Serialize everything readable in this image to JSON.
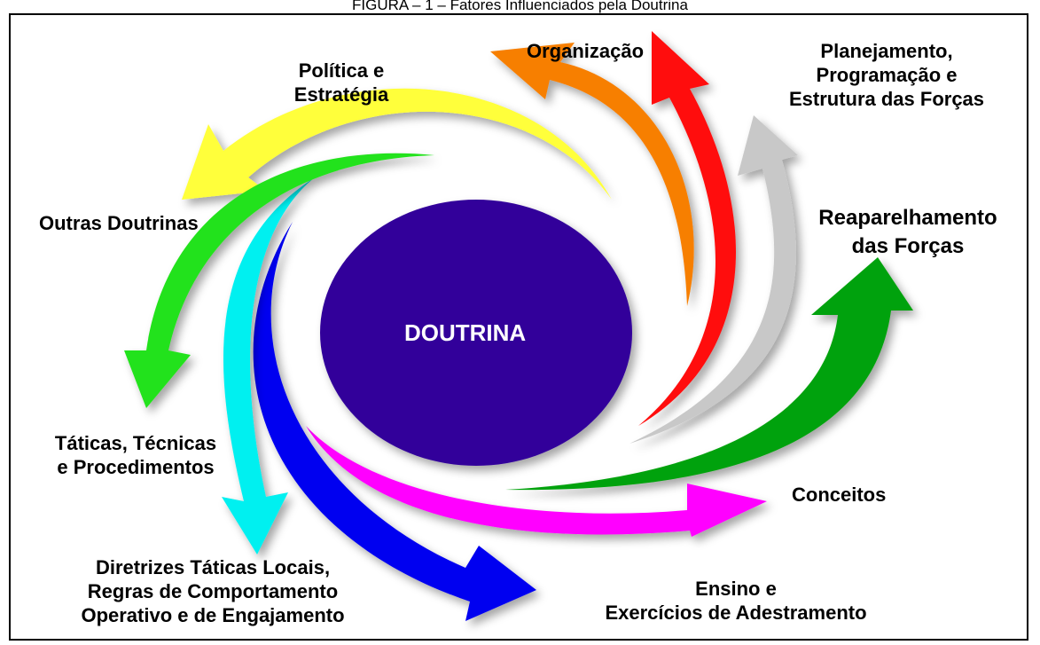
{
  "figure": {
    "caption": "FIGURA – 1 – Fatores Influenciados pela Doutrina",
    "center": "DOUTRINA",
    "factors": {
      "politica": [
        "Política e",
        "Estratégia"
      ],
      "organizacao": [
        "Organização"
      ],
      "planejamento": [
        "Planejamento,",
        "Programação e",
        "Estrutura das Forças"
      ],
      "reaparelhamento": [
        "Reaparelhamento",
        "das Forças"
      ],
      "conceitos": [
        "Conceitos"
      ],
      "ensino": [
        "Ensino e",
        "Exercícios de Adestramento"
      ],
      "diretrizes": [
        "Diretrizes Táticas Locais,",
        "Regras de Comportamento",
        "Operativo e de Engajamento"
      ],
      "taticas": [
        "Táticas, Técnicas",
        "e Procedimentos"
      ],
      "outras": [
        "Outras Doutrinas"
      ]
    },
    "colors": {
      "center": "#33009a",
      "yellow": "#ffff3a",
      "orange": "#f77f00",
      "red": "#ff0f0f",
      "gray": "#c8c8c8",
      "green": "#06a20a",
      "magenta": "#ff00ff",
      "blue": "#0000f0",
      "cyan": "#00f0f0",
      "lime": "#22e21a"
    }
  }
}
